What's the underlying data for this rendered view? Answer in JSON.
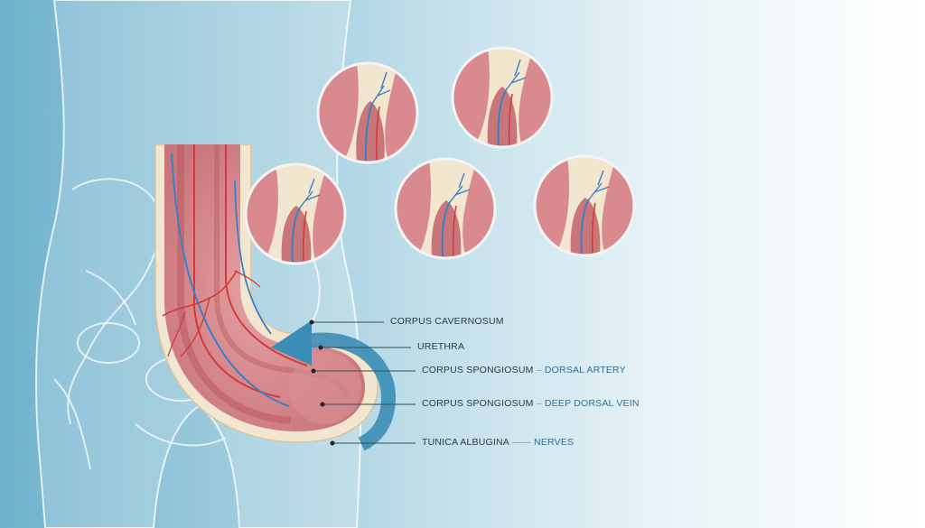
{
  "colors": {
    "background_left": "#6fb2cc",
    "background_right": "#ffffff",
    "tissue": "#d98a8e",
    "artery": "#d23a3a",
    "vein": "#3b7fc9",
    "arrow": "#3b8db6",
    "tunica": "#f2e6cf"
  },
  "labels": [
    {
      "main": "CORPUS CAVERNOSUM",
      "sub": ""
    },
    {
      "main": "URETHRA",
      "sub": ""
    },
    {
      "main": "CORPUS SPONGIOSUM",
      "sep": "–",
      "sub": "DORSAL ARTERY"
    },
    {
      "main": "CORPUS SPONGIOSUM",
      "sep": "–",
      "sub": "DEEP DORSAL VEIN"
    },
    {
      "main": "TUNICA ALBUGINA",
      "sep": "——",
      "sub": "NERVES"
    }
  ]
}
